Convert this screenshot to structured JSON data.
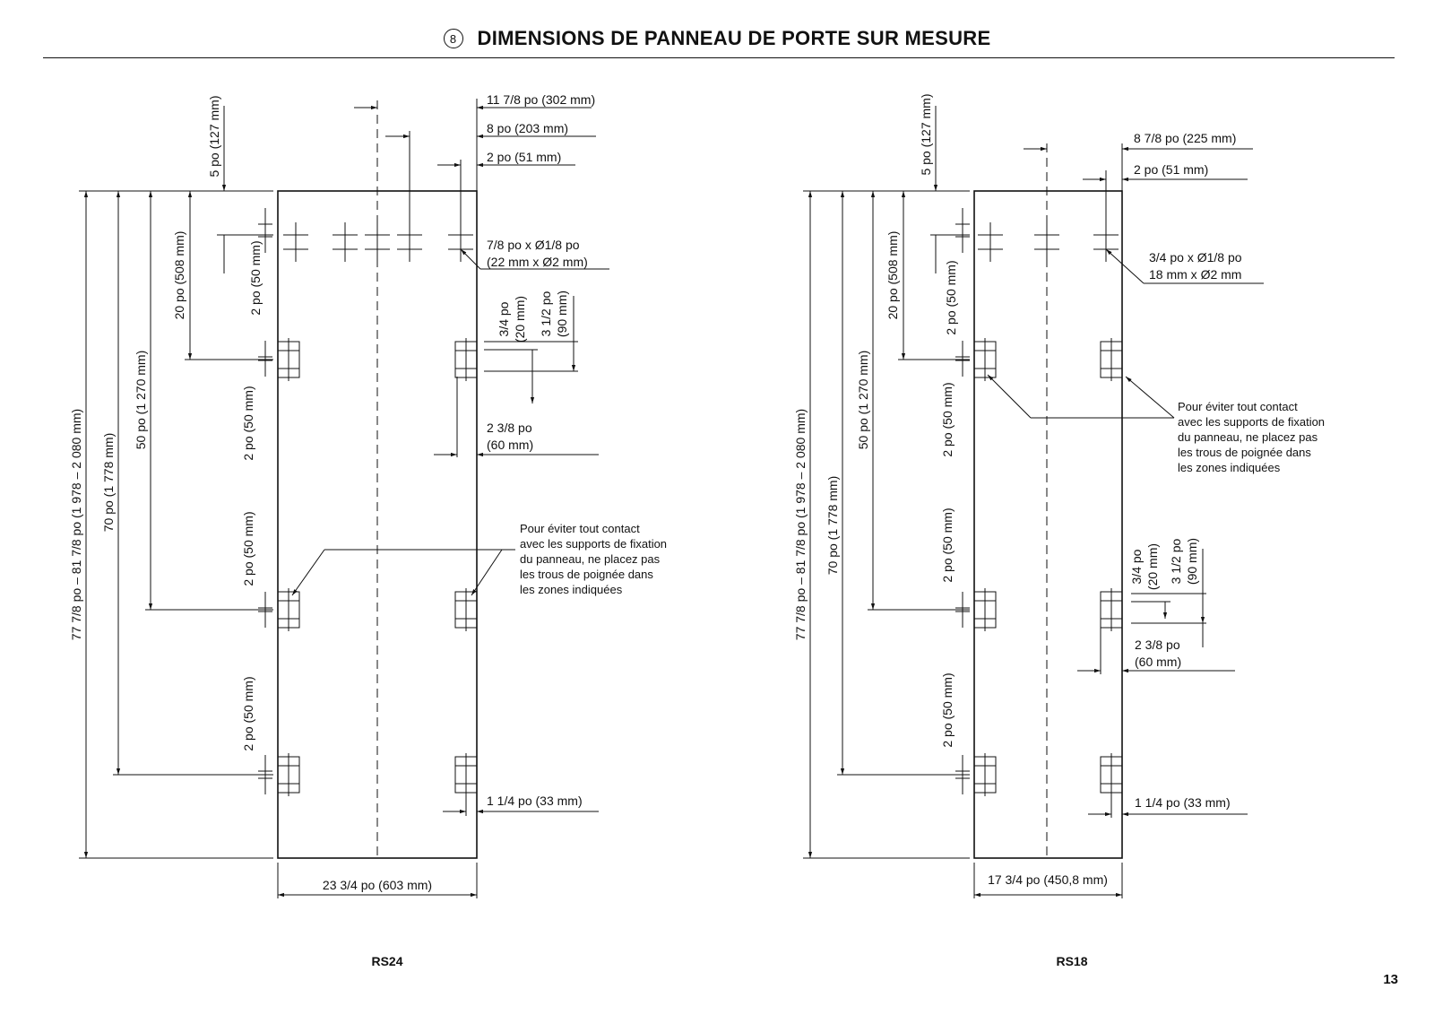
{
  "header": {
    "step": "8",
    "title": "DIMENSIONS DE PANNEAU DE PORTE SUR MESURE"
  },
  "footer": {
    "page_number": "13"
  },
  "rs24": {
    "model": "RS24",
    "width": "23 3/4 po (603 mm)",
    "overall_height": "77 7/8 po – 81 7/8 po (1 978 – 2 080 mm)",
    "bracket_70": "70 po (1 778 mm)",
    "bracket_50": "50 po (1 270 mm)",
    "bracket_20": "20 po (508 mm)",
    "hole_offset": "5 po (127 mm)",
    "dim_11_7_8": "11 7/8 po (302 mm)",
    "dim_8": "8 po (203 mm)",
    "dim_2": "2 po (51 mm)",
    "hole_spec_1": "7/8 po x Ø1/8 po",
    "hole_spec_2": "(22 mm x Ø2 mm)",
    "dim_3_4": "3/4 po",
    "dim_3_4_mm": "(20 mm)",
    "dim_3_1_2": "3 1/2 po",
    "dim_3_1_2_mm": "(90 mm)",
    "dim_2_3_8": "2 3/8 po",
    "dim_2_3_8_mm": "(60 mm)",
    "dim_1_1_4": "1 1/4 po (33 mm)",
    "zone_2po": "2 po (50 mm)",
    "note": [
      "Pour éviter tout contact",
      "avec les supports de fixation",
      "du panneau, ne placez pas",
      "les trous de poignée dans",
      "les zones indiquées"
    ]
  },
  "rs18": {
    "model": "RS18",
    "width": "17 3/4 po (450,8 mm)",
    "overall_height": "77 7/8 po – 81 7/8 po (1 978 – 2 080 mm)",
    "bracket_70": "70 po (1 778 mm)",
    "bracket_50": "50 po (1 270 mm)",
    "bracket_20": "20 po (508 mm)",
    "hole_offset": "5 po (127 mm)",
    "dim_8_7_8": "8 7/8 po (225 mm)",
    "dim_2": "2 po (51 mm)",
    "hole_spec_1": "3/4 po x Ø1/8 po",
    "hole_spec_2": "18 mm x Ø2 mm",
    "dim_3_4": "3/4 po",
    "dim_3_4_mm": "(20 mm)",
    "dim_3_1_2": "3 1/2 po",
    "dim_3_1_2_mm": "(90 mm)",
    "dim_2_3_8": "2 3/8 po",
    "dim_2_3_8_mm": "(60 mm)",
    "dim_1_1_4": "1 1/4 po (33 mm)",
    "zone_2po": "2 po (50 mm)",
    "note": [
      "Pour éviter tout contact",
      "avec les supports de fixation",
      "du panneau, ne placez pas",
      "les trous de poignée dans",
      "les zones indiquées"
    ]
  }
}
